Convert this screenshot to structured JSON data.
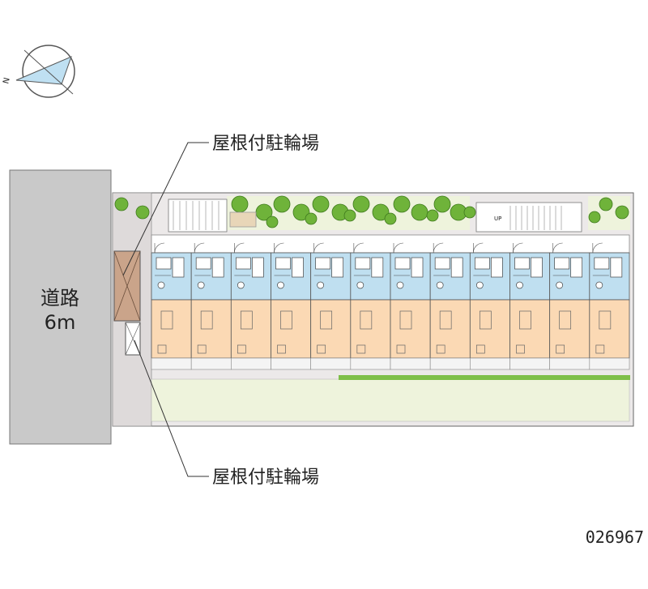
{
  "labels": {
    "bike_parking_top": "屋根付駐輪場",
    "bike_parking_bottom": "屋根付駐輪場",
    "road_name": "道路",
    "road_width": "6m",
    "stair_up": "UP",
    "compass_north": "N"
  },
  "property_code": "026967",
  "layout": {
    "unit_count": 12
  },
  "colors": {
    "road": "#c9c9c9",
    "site": "#e9e6e6",
    "unit_upper": "#bfdff0",
    "unit_lower": "#fbd9b4",
    "lawn": "#eef3dc",
    "tree": "#6fb33a",
    "parking": "#caa48a",
    "leader": "#333333"
  }
}
